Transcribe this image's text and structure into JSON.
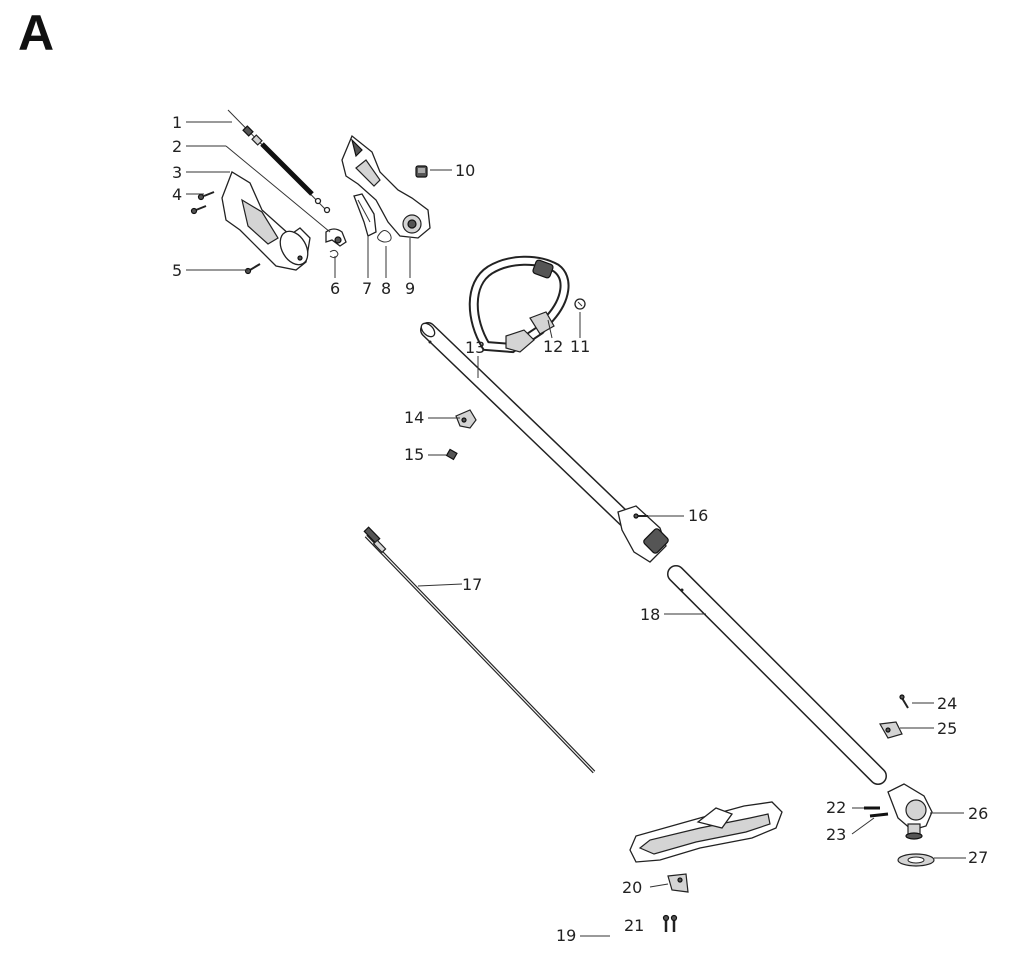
{
  "sheet": {
    "letter": "A"
  },
  "callouts": [
    {
      "id": "1",
      "text": "1"
    },
    {
      "id": "2",
      "text": "2"
    },
    {
      "id": "3",
      "text": "3"
    },
    {
      "id": "4",
      "text": "4"
    },
    {
      "id": "5",
      "text": "5"
    },
    {
      "id": "6",
      "text": "6"
    },
    {
      "id": "7",
      "text": "7"
    },
    {
      "id": "8",
      "text": "8"
    },
    {
      "id": "9",
      "text": "9"
    },
    {
      "id": "10",
      "text": "10"
    },
    {
      "id": "11",
      "text": "11"
    },
    {
      "id": "12",
      "text": "12"
    },
    {
      "id": "13",
      "text": "13"
    },
    {
      "id": "14",
      "text": "14"
    },
    {
      "id": "15",
      "text": "15"
    },
    {
      "id": "16",
      "text": "16"
    },
    {
      "id": "17",
      "text": "17"
    },
    {
      "id": "18",
      "text": "18"
    },
    {
      "id": "19",
      "text": "19"
    },
    {
      "id": "20",
      "text": "20"
    },
    {
      "id": "21",
      "text": "21"
    },
    {
      "id": "22",
      "text": "22"
    },
    {
      "id": "23",
      "text": "23"
    },
    {
      "id": "24",
      "text": "24"
    },
    {
      "id": "25",
      "text": "25"
    },
    {
      "id": "26",
      "text": "26"
    },
    {
      "id": "27",
      "text": "27"
    }
  ]
}
